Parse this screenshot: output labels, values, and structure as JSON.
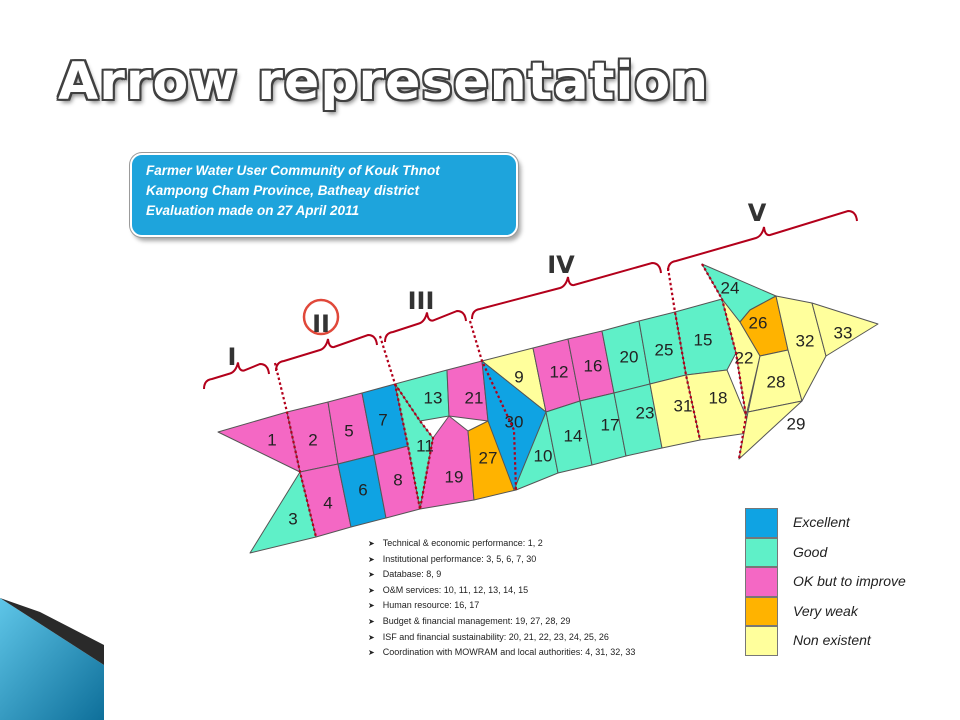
{
  "title": "Arrow representation",
  "info_box": {
    "line1": "Farmer Water User Community of Kouk Thnot",
    "line2": "Kampong Cham Province, Batheay district",
    "line3": "Evaluation made on 27 April 2011"
  },
  "colors": {
    "excellent": "#0fa3e3",
    "good": "#5ff0c8",
    "ok": "#f468c4",
    "weak": "#ffb300",
    "none": "#ffff9c",
    "outline": "#555555",
    "divider": "#b3001b",
    "bracket": "#b3001b"
  },
  "sections": [
    "I",
    "II",
    "III",
    "IV",
    "V"
  ],
  "highlighted_section": "II",
  "cells": [
    {
      "n": "1",
      "status": "ok"
    },
    {
      "n": "2",
      "status": "ok"
    },
    {
      "n": "3",
      "status": "good"
    },
    {
      "n": "4",
      "status": "ok"
    },
    {
      "n": "5",
      "status": "ok"
    },
    {
      "n": "6",
      "status": "excellent"
    },
    {
      "n": "7",
      "status": "excellent"
    },
    {
      "n": "8",
      "status": "ok"
    },
    {
      "n": "9",
      "status": "none"
    },
    {
      "n": "10",
      "status": "good"
    },
    {
      "n": "11",
      "status": "good"
    },
    {
      "n": "12",
      "status": "ok"
    },
    {
      "n": "13",
      "status": "good"
    },
    {
      "n": "14",
      "status": "good"
    },
    {
      "n": "15",
      "status": "good"
    },
    {
      "n": "16",
      "status": "ok"
    },
    {
      "n": "17",
      "status": "good"
    },
    {
      "n": "18",
      "status": "none"
    },
    {
      "n": "19",
      "status": "ok"
    },
    {
      "n": "20",
      "status": "good"
    },
    {
      "n": "21",
      "status": "ok"
    },
    {
      "n": "22",
      "status": "none"
    },
    {
      "n": "23",
      "status": "good"
    },
    {
      "n": "24",
      "status": "good"
    },
    {
      "n": "25",
      "status": "good"
    },
    {
      "n": "26",
      "status": "weak"
    },
    {
      "n": "27",
      "status": "weak"
    },
    {
      "n": "28",
      "status": "none"
    },
    {
      "n": "29",
      "status": "none"
    },
    {
      "n": "30",
      "status": "excellent"
    },
    {
      "n": "31",
      "status": "none"
    },
    {
      "n": "32",
      "status": "none"
    },
    {
      "n": "33",
      "status": "none"
    }
  ],
  "indicators": [
    "Technical & economic performance: 1, 2",
    "Institutional performance: 3, 5, 6, 7, 30",
    "Database: 8, 9",
    "O&M services: 10, 11, 12, 13, 14, 15",
    "Human resource: 16, 17",
    "Budget & financial management: 19, 27, 28, 29",
    "ISF and financial sustainability: 20, 21, 22, 23, 24, 25, 26",
    "Coordination with MOWRAM and local authorities: 4, 31, 32, 33"
  ],
  "legend": [
    {
      "label": "Excellent",
      "status": "excellent"
    },
    {
      "label": "Good",
      "status": "good"
    },
    {
      "label": "OK but to improve",
      "status": "ok"
    },
    {
      "label": "Very weak",
      "status": "weak"
    },
    {
      "label": "Non existent",
      "status": "none"
    }
  ]
}
